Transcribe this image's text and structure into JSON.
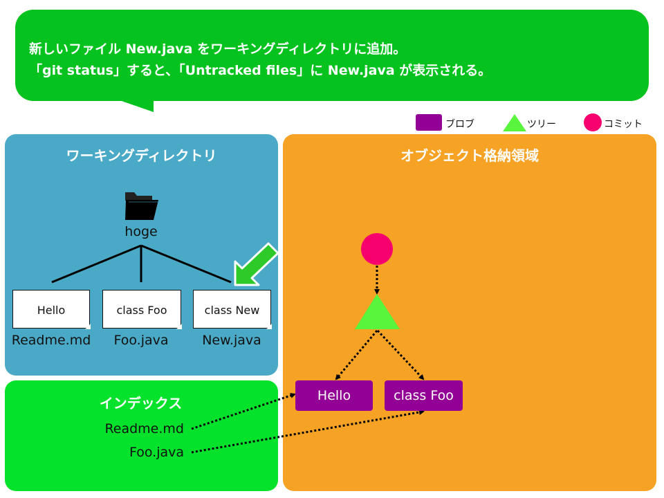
{
  "callout": {
    "line1": "新しいファイル New.java をワーキングディレクトリに追加。",
    "line2": "「git status」すると、「Untracked files」に New.java が表示される。"
  },
  "legend": {
    "blob": "ブロブ",
    "tree": "ツリー",
    "commit": "コミット"
  },
  "working_directory": {
    "title": "ワーキングディレクトリ",
    "folder_name": "hoge",
    "files": [
      {
        "content": "Hello",
        "name": "Readme.md"
      },
      {
        "content": "class Foo",
        "name": "Foo.java"
      },
      {
        "content": "class New",
        "name": "New.java"
      }
    ]
  },
  "index": {
    "title": "インデックス",
    "entries": [
      "Readme.md",
      "Foo.java"
    ]
  },
  "object_store": {
    "title": "オブジェクト格納領域",
    "blobs": [
      "Hello",
      "class Foo"
    ]
  },
  "colors": {
    "callout": "#05c21f",
    "working_directory": "#4aa9c6",
    "index": "#05e22b",
    "object_store": "#f6a224",
    "blob": "#930095",
    "tree": "#58f53c",
    "commit": "#f7006d",
    "arrow": "#2eca2a"
  }
}
